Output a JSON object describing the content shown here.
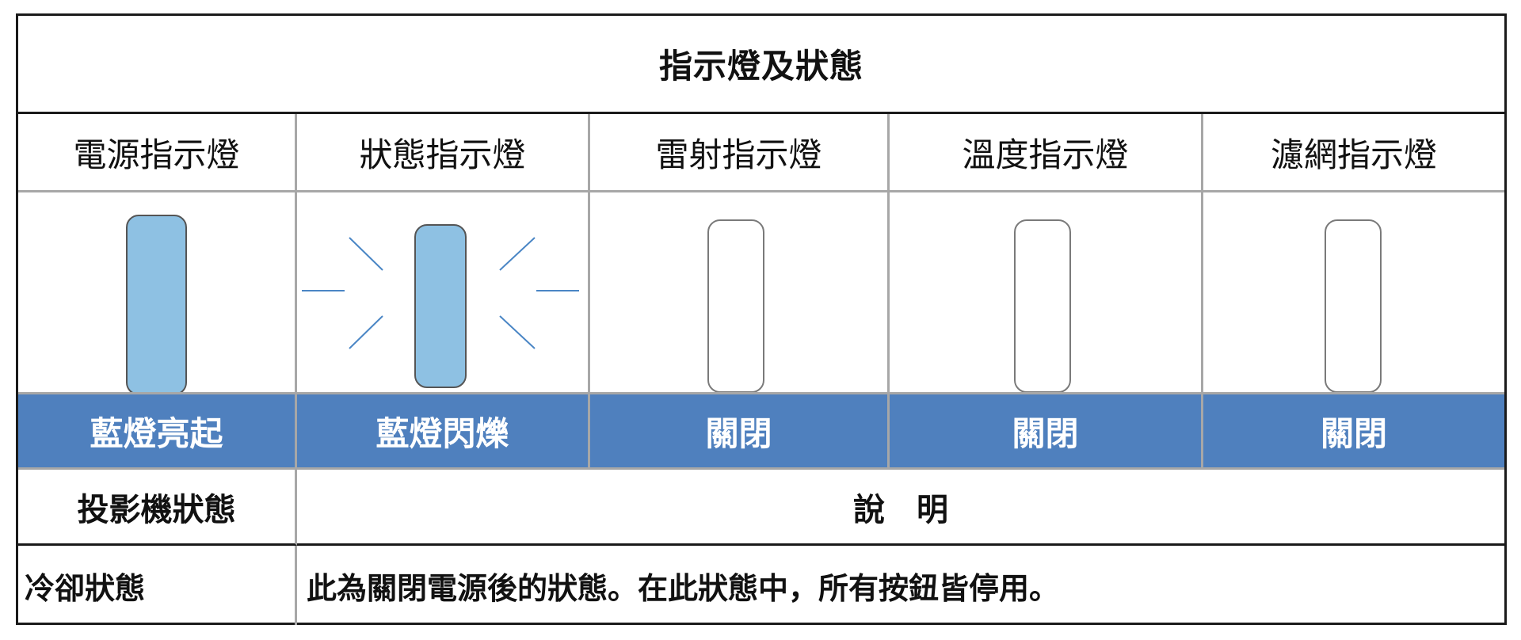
{
  "title": "指示燈及狀態",
  "columns": [
    {
      "label": "電源指示燈",
      "status": "藍燈亮起",
      "led": "on"
    },
    {
      "label": "狀態指示燈",
      "status": "藍燈閃爍",
      "led": "blinking"
    },
    {
      "label": "雷射指示燈",
      "status": "關閉",
      "led": "off"
    },
    {
      "label": "溫度指示燈",
      "status": "關閉",
      "led": "off"
    },
    {
      "label": "濾網指示燈",
      "status": "關閉",
      "led": "off"
    }
  ],
  "table": {
    "header": {
      "state": "投影機狀態",
      "description": "說　明"
    },
    "rows": [
      {
        "state": "冷卻狀態",
        "description": "此為關閉電源後的狀態。在此狀態中，所有按鈕皆停用。"
      }
    ]
  },
  "colors": {
    "status_bar": "#4f80be",
    "led_on": "#8ec1e3",
    "led_ray": "#4a86c5"
  }
}
